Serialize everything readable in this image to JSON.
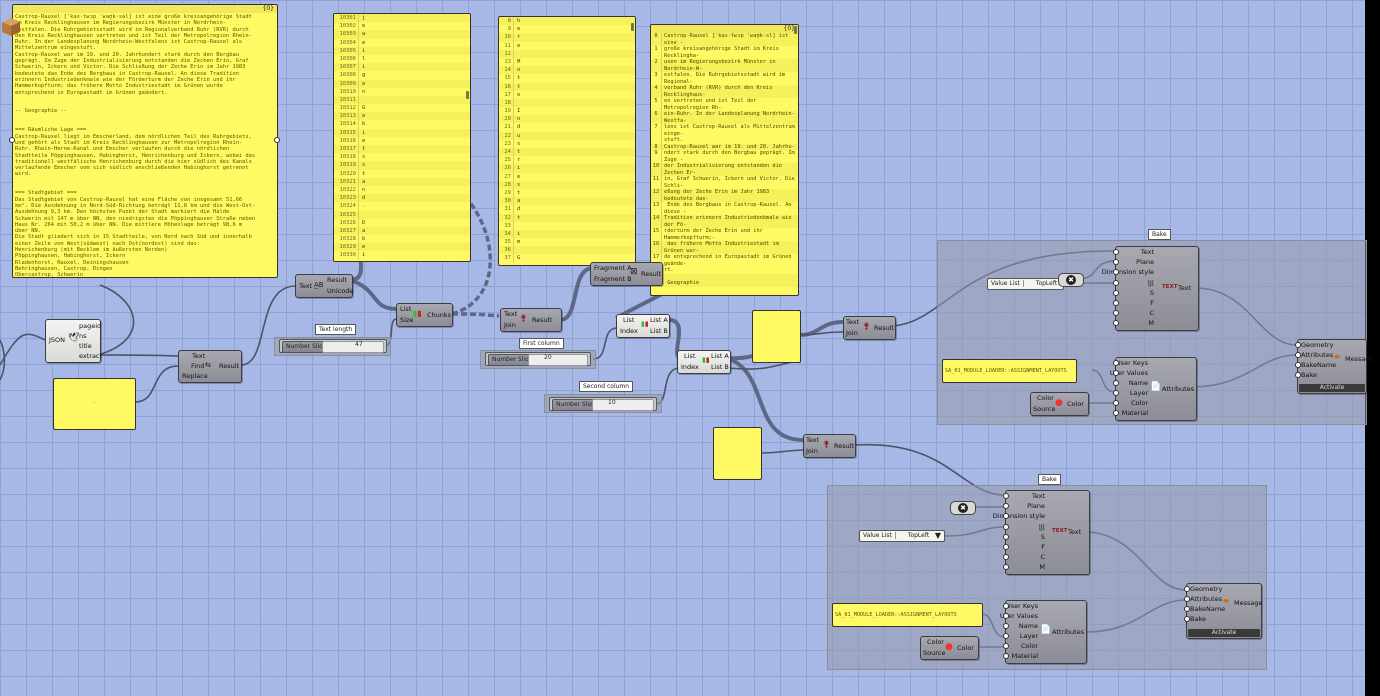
{
  "canvas": {
    "accent_panel": "#fffa64",
    "component_fill": "#9a9aa3",
    "canvas_bg": "#a6b7e6"
  },
  "source_panel": {
    "header": "{0}",
    "text": "Castrop-Rauxel [ˈkas·tʁɔp ˈʁaʊ̯k·səl] ist eine große kreisangehörige Stadt\nim Kreis Recklinghausen im Regierungsbezirk Münster in Nordrhein-\nWestfalen. Die Ruhrgebietsstadt wird im Regionalverband Ruhr (RVR) durch\nden Kreis Recklinghausen vertreten und ist Teil der Metropolregion Rhein-\nRuhr. In der Landesplanung Nordrhein-Westfalens ist Castrop-Rauxel als\nMittelzentrum eingestuft.\nCastrop-Rauxel war im 19. und 20. Jahrhundert stark durch den Bergbau\ngeprägt. Im Zuge der Industrialisierung entstanden die Zechen Erin, Graf\nSchwerin, Ickern und Victor. Die Schließung der Zeche Erin im Jahr 1983\nbedeutete das Ende des Bergbaus in Castrop-Rauxel. An diese Tradition\nerinnern Industriedenkmale wie der Förderturm der Zeche Erin und ihr\nHammerkopfturm; das frühere Motto Industriestadt im Grünen wurde\nentsprechend in Europastadt im Grünen geändert.\n\n\n-- Geographie --\n\n\n=== Räumliche Lage ===\nCastrop-Rauxel liegt im Emscherland, dem nördlichen Teil des Ruhrgebiets,\nund gehört als Stadt im Kreis Recklinghausen zur Metropolregion Rhein-\nRuhr. Rhein-Herne-Kanal und Emscher verlaufen durch die nördlichen\nStadtteile Pöppinghausen, Habinghorst, Henrichenburg und Ickern, wobei das\ntraditionell westfälische Henrichenburg durch die hier südlich des Kanals\nverlaufende Emscher vom sich südlich anschließenden Habinghorst getrennt\nwird.\n\n\n=== Stadtgebiet ===\nDas Stadtgebiet von Castrop-Rauxel hat eine Fläche von insgesamt 51,66\nkm². Die Ausdehnung in Nord-Süd-Richtung beträgt 11,8 km und die West-Ost-\nAusdehnung 9,3 km. Den höchsten Punkt der Stadt markiert die Halde\nSchwerin mit 147 m über NN, den niedrigsten die Pöppinghauser Straße neben\nHaus Nr. 264 mit 50,2 m über NN. Die mittlere Höhenlage beträgt 98,6 m\nüber NN.\nDie Stadt gliedert sich in 15 Stadtteile, von Nord nach Süd und innerhalb\neiner Zeile von West(südwest) nach Ost(nordost) sind das:\nHenrichenburg (mit Becklem im äußersten Norden)\nPöppinghausen, Habinghorst, Ickern\nRladenhorst, Rauxel, Deiningshausen\nBehringhausen, Castrop, Dingen\nObercastrop, Schwerin\nDörlschhausen, Merklinde, FrohlindeAbgesehen vom äußeren Stadtteil"
  },
  "char_panel_1": {
    "rows": [
      {
        "i": "10301",
        "v": "j"
      },
      {
        "i": "10302",
        "v": "e"
      },
      {
        "i": "10303",
        "v": "w"
      },
      {
        "i": "10304",
        "v": "e"
      },
      {
        "i": "10305",
        "v": "i"
      },
      {
        "i": "10306",
        "v": "l"
      },
      {
        "i": "10307",
        "v": "i"
      },
      {
        "i": "10308",
        "v": "g"
      },
      {
        "i": "10309",
        "v": "e"
      },
      {
        "i": "10310",
        "v": "n"
      },
      {
        "i": "10311",
        "v": ""
      },
      {
        "i": "10312",
        "v": "G"
      },
      {
        "i": "10313",
        "v": "e"
      },
      {
        "i": "10314",
        "v": "b"
      },
      {
        "i": "10315",
        "v": "i"
      },
      {
        "i": "10316",
        "v": "e"
      },
      {
        "i": "10317",
        "v": "t"
      },
      {
        "i": "10318",
        "v": "s"
      },
      {
        "i": "10319",
        "v": "s"
      },
      {
        "i": "10320",
        "v": "t"
      },
      {
        "i": "10321",
        "v": "a"
      },
      {
        "i": "10322",
        "v": "n"
      },
      {
        "i": "10323",
        "v": "d"
      },
      {
        "i": "10324",
        "v": "."
      },
      {
        "i": "10325",
        "v": ""
      },
      {
        "i": "10326",
        "v": "D"
      },
      {
        "i": "10327",
        "v": "a"
      },
      {
        "i": "10328",
        "v": "b"
      },
      {
        "i": "10329",
        "v": "e"
      },
      {
        "i": "10330",
        "v": "i"
      }
    ]
  },
  "char_panel_2": {
    "rows": [
      {
        "i": "8",
        "v": "h"
      },
      {
        "i": "9",
        "v": "e"
      },
      {
        "i": "10",
        "v": "r"
      },
      {
        "i": "11",
        "v": "e"
      },
      {
        "i": "12",
        "v": ""
      },
      {
        "i": "13",
        "v": "M"
      },
      {
        "i": "14",
        "v": "o"
      },
      {
        "i": "15",
        "v": "t"
      },
      {
        "i": "16",
        "v": "t"
      },
      {
        "i": "17",
        "v": "o"
      },
      {
        "i": "18",
        "v": ""
      },
      {
        "i": "19",
        "v": "I"
      },
      {
        "i": "20",
        "v": "n"
      },
      {
        "i": "21",
        "v": "d"
      },
      {
        "i": "22",
        "v": "u"
      },
      {
        "i": "23",
        "v": "s"
      },
      {
        "i": "24",
        "v": "t"
      },
      {
        "i": "25",
        "v": "r"
      },
      {
        "i": "26",
        "v": "i"
      },
      {
        "i": "27",
        "v": "e"
      },
      {
        "i": "28",
        "v": "s"
      },
      {
        "i": "29",
        "v": "t"
      },
      {
        "i": "30",
        "v": "a"
      },
      {
        "i": "31",
        "v": "d"
      },
      {
        "i": "32",
        "v": "t"
      },
      {
        "i": "33",
        "v": ""
      },
      {
        "i": "34",
        "v": "i"
      },
      {
        "i": "35",
        "v": "m"
      },
      {
        "i": "36",
        "v": ""
      },
      {
        "i": "37",
        "v": "G"
      }
    ]
  },
  "column_panel": {
    "header": "{0}",
    "rows": [
      {
        "i": "0",
        "v": "Castrop-Rauxel [ˈkas·tʁɔp ˈʁaʊ̯k·sl] ist eine -"
      },
      {
        "i": "1",
        "v": "große kreisangehörige Stadt im Kreis Recklingha-"
      },
      {
        "i": "2",
        "v": "usen im Regierungsbezirk Münster in Nordrhein-W-"
      },
      {
        "i": "3",
        "v": "estfalen. Die Ruhrgebietsstadt wird im Regional-"
      },
      {
        "i": "4",
        "v": "verband Ruhr (RVR) durch den Kreis Recklinghaus-"
      },
      {
        "i": "5",
        "v": "en vertreten und ist Teil der Metropolregion Rh-"
      },
      {
        "i": "6",
        "v": "ein-Ruhr. In der Landesplanung Nordrhein-Westfa-"
      },
      {
        "i": "7",
        "v": "lens ist Castrop-Rauxel als Mittelzentrum einge-\nstuft."
      },
      {
        "i": "8",
        "v": "Castrop-Rauxel war im 19. und 20. Jahrhu-"
      },
      {
        "i": "9",
        "v": "ndert stark durch den Bergbau geprägt. Im Zuge -"
      },
      {
        "i": "10",
        "v": "der Industrialisierung entstanden die Zechen Er-"
      },
      {
        "i": "11",
        "v": "in, Graf Schwerin, Ickern und Victor. Die Schli-"
      },
      {
        "i": "12",
        "v": "eßung der Zeche Erin im Jahr 1983 bedeutete das-"
      },
      {
        "i": "13",
        "v": " Ende des Bergbaus in Castrop-Rauxel. An diese -"
      },
      {
        "i": "14",
        "v": "Tradition erinnern Industriedenkmale wie der Fö-"
      },
      {
        "i": "15",
        "v": "rderturm der Zeche Erin und ihr Hammerkopfturm;-"
      },
      {
        "i": "16",
        "v": " das frühere Motto Industriestadt im Grünen wur-"
      },
      {
        "i": "17",
        "v": "de entsprechend in Europastadt im Grünen geände-\nrt."
      },
      {
        "i": "18",
        "v": "\n Geographie"
      }
    ]
  },
  "components": {
    "json": {
      "input": "JSON",
      "outputs": [
        "pageid",
        "ns",
        "title",
        "extract"
      ]
    },
    "replace": {
      "inputs": [
        "Text",
        "Find",
        "Replace"
      ],
      "output": "Result"
    },
    "replace_panel": {
      "text": "-"
    },
    "unicode": {
      "input": "Text",
      "outputs": [
        "Result",
        "Unicode"
      ]
    },
    "chunks": {
      "inputs": [
        "List",
        "Size"
      ],
      "output": "Chunks"
    },
    "join1": {
      "inputs": [
        "Text",
        "Join"
      ],
      "output": "Result"
    },
    "concat": {
      "inputs": [
        "Fragment A",
        "Fragment B"
      ],
      "output": "Result"
    },
    "split1": {
      "inputs": [
        "List",
        "Index"
      ],
      "outputs": [
        "List A",
        "List B"
      ]
    },
    "split2": {
      "inputs": [
        "List",
        "Index"
      ],
      "outputs": [
        "List A",
        "List B"
      ]
    },
    "join2": {
      "inputs": [
        "Text",
        "Join"
      ],
      "output": "Result"
    },
    "join3": {
      "inputs": [
        "Text",
        "Join"
      ],
      "output": "Result"
    }
  },
  "sliders": {
    "text_length": {
      "tag": "Text length",
      "name": "Number Slider",
      "value": "47"
    },
    "first_column": {
      "tag": "First column",
      "name": "Number Slider",
      "value": "20"
    },
    "second_column": {
      "tag": "Second column",
      "name": "Number Slider",
      "value": "10"
    }
  },
  "bake_groups": [
    {
      "tag": "Bake",
      "text_inputs": [
        "Text",
        "Plane",
        "Dimension style",
        "|J|",
        "S",
        "F",
        "C",
        "M"
      ],
      "text_output": "Text",
      "text_icon": "TEXT",
      "value_list": {
        "label": "Value List",
        "value": "TopLeft"
      },
      "layer_panel": "SA_01_MODULE_LOADER::ASSIGNMENT_LAYOUTS",
      "attr_inputs": [
        "User Keys",
        "User Values",
        "Name",
        "Layer",
        "Color",
        "Material"
      ],
      "attr_output": "Attributes",
      "color_inputs": [
        "Color",
        "Source"
      ],
      "color_output": "Color",
      "bake_inputs": [
        "Geometry",
        "Attributes",
        "BakeName",
        "Bake"
      ],
      "bake_output": "Message",
      "activate": "Activate"
    },
    {
      "tag": "Bake",
      "text_inputs": [
        "Text",
        "Plane",
        "Dimension style",
        "|J|",
        "S",
        "F",
        "C",
        "M"
      ],
      "text_output": "Text",
      "text_icon": "TEXT",
      "value_list": {
        "label": "Value List",
        "value": "TopLeft"
      },
      "layer_panel": "SA_01_MODULE_LOADER::ASSIGNMENT_LAYOUTS",
      "attr_inputs": [
        "User Keys",
        "User Values",
        "Name",
        "Layer",
        "Color",
        "Material"
      ],
      "attr_output": "Attributes",
      "color_inputs": [
        "Color",
        "Source"
      ],
      "color_output": "Color",
      "bake_inputs": [
        "Geometry",
        "Attributes",
        "BakeName",
        "Bake"
      ],
      "bake_output": "Message",
      "activate": "Activate"
    }
  ]
}
